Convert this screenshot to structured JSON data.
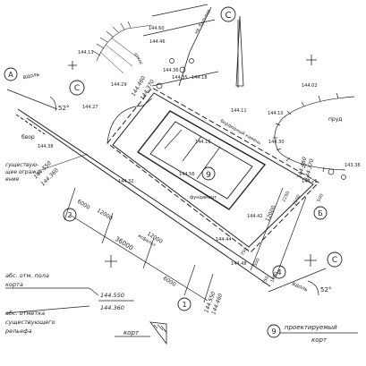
{
  "elevations": {
    "e14460": "144.60",
    "e14413": "144.13",
    "e14446": "144.46",
    "e14429": "144.29",
    "e14436": "144.36",
    "e14435": "144.35",
    "e14418": "144.18",
    "e14427": "144.27",
    "e14411": "144.11",
    "e14402": "144.02",
    "e14410": "144.10",
    "e14430": "144.30",
    "e14421": "144.21",
    "e14338": "143.38",
    "e14438": "144.38",
    "e14432": "144.32",
    "e14416": "144.16",
    "e14456": "144.56",
    "e14442": "144.42",
    "e14444": "144.44",
    "e14448": "144.48"
  },
  "design_marks": {
    "top_a": "144.460",
    "top_b": "144.370",
    "left_a": "144.550",
    "left_b": "144.360",
    "right_a": "144.460",
    "right_b": "144.370",
    "bottom_a": "144.550",
    "bottom_b": "144.460"
  },
  "axes": {
    "a_top": "А",
    "b_right": "Б",
    "two": "2",
    "one": "1",
    "four": "4",
    "c_north": "С",
    "c_upper": "С",
    "c_right": "С"
  },
  "dimensions": {
    "total": "36000",
    "left_span": "12000",
    "right_span": "12000",
    "bottom_span": "6000",
    "left_short": "6000",
    "vertical": "12000",
    "offset_a": "750",
    "offset_b": "2250",
    "offset_c": "500",
    "offset_d": "1500",
    "small_a": "500",
    "small_b": "750",
    "small_c": "1000"
  },
  "labels": {
    "angle_top": "52°",
    "angle_right": "52°",
    "axis_word_top": "вдоль",
    "axis_word_right": "вдоль",
    "border": "бвор",
    "fence": "существую-\nщее огражд-\nение",
    "pond": "пруд",
    "bridge": "бордюрный\nкамень",
    "road": "кв. бульвар",
    "slope": "откос",
    "building_no": "9",
    "asphalt": "асфальт",
    "foundation": "фундамент"
  },
  "legend": {
    "red_label": "абс. отм. пола\nкорта",
    "red_value": "144.550",
    "black_label": "абс. отметка\nсуществующего\nрельефа",
    "black_value": "144.360",
    "court_label": "корт",
    "designed_no": "9",
    "designed_label": "проектируемый\nкорт"
  }
}
